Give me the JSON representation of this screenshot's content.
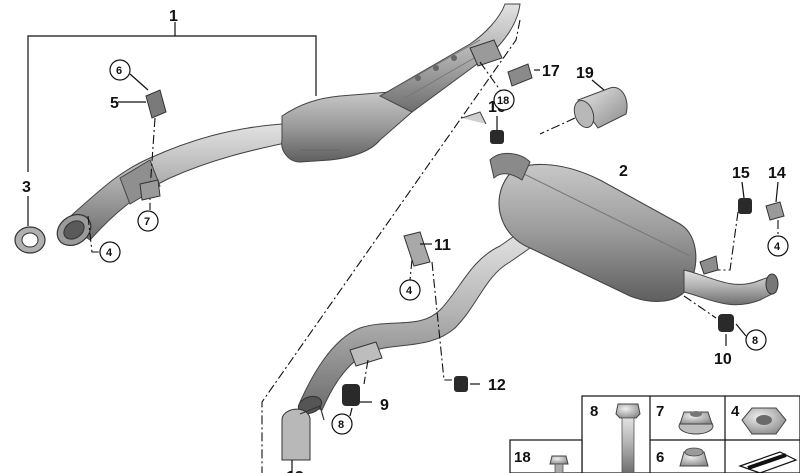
{
  "callouts": {
    "c1": "1",
    "c2": "2",
    "c3": "3",
    "c5": "5",
    "c9": "9",
    "c10": "10",
    "c11": "11",
    "c12": "12",
    "c14": "14",
    "c15": "15",
    "c16": "16",
    "c17": "17",
    "c19": "19"
  },
  "circled": {
    "r6": "6",
    "r7": "7",
    "r4a": "4",
    "r4b": "4",
    "r4c": "4",
    "r8a": "8",
    "r8b": "8",
    "r18": "18"
  },
  "table": {
    "h8": "8",
    "h7": "7",
    "h4": "4",
    "h18": "18",
    "h6": "6"
  },
  "colors": {
    "metal_light": "#d4d4d4",
    "metal_mid": "#a9a9a9",
    "metal_dark": "#6f6f6f",
    "rubber": "#2a2a2a",
    "line": "#111111"
  }
}
